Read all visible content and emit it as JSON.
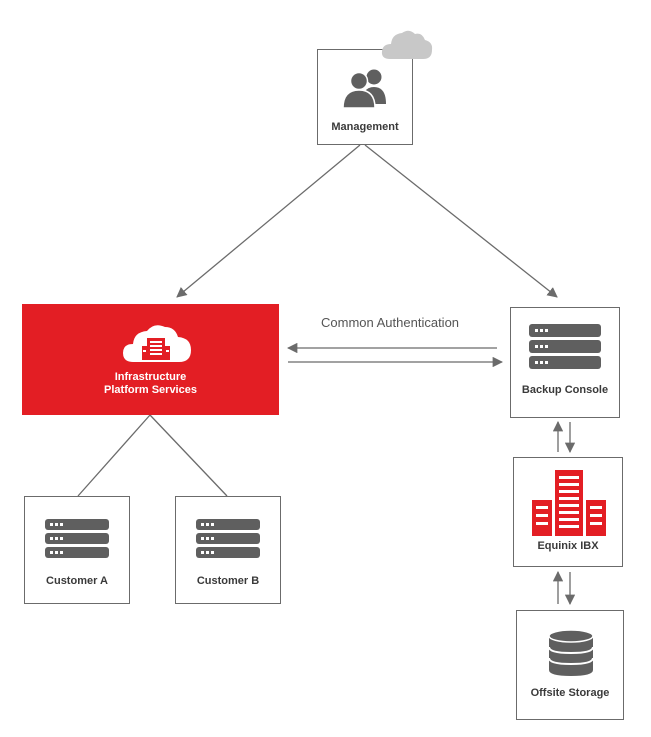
{
  "nodes": {
    "management": {
      "label": "Management",
      "icon": "users-icon",
      "badge_icon": "cloud-icon"
    },
    "platform": {
      "label_line1": "Infrastructure",
      "label_line2": "Platform Services",
      "icon": "cloud-building-icon"
    },
    "backup_console": {
      "label": "Backup Console",
      "icon": "server-icon"
    },
    "customer_a": {
      "label": "Customer A",
      "icon": "server-icon"
    },
    "customer_b": {
      "label": "Customer B",
      "icon": "server-icon"
    },
    "equinix_ibx": {
      "label": "Equinix IBX",
      "icon": "building-icon"
    },
    "offsite_storage": {
      "label": "Offsite Storage",
      "icon": "database-icon"
    }
  },
  "edges": {
    "common_auth_label": "Common Authentication"
  },
  "colors": {
    "accent_red": "#e31e24",
    "border_gray": "#6b6b6b",
    "icon_gray": "#5f5f5f",
    "line_gray": "#6b6b6b",
    "cloud_light": "#c8c8c8"
  }
}
